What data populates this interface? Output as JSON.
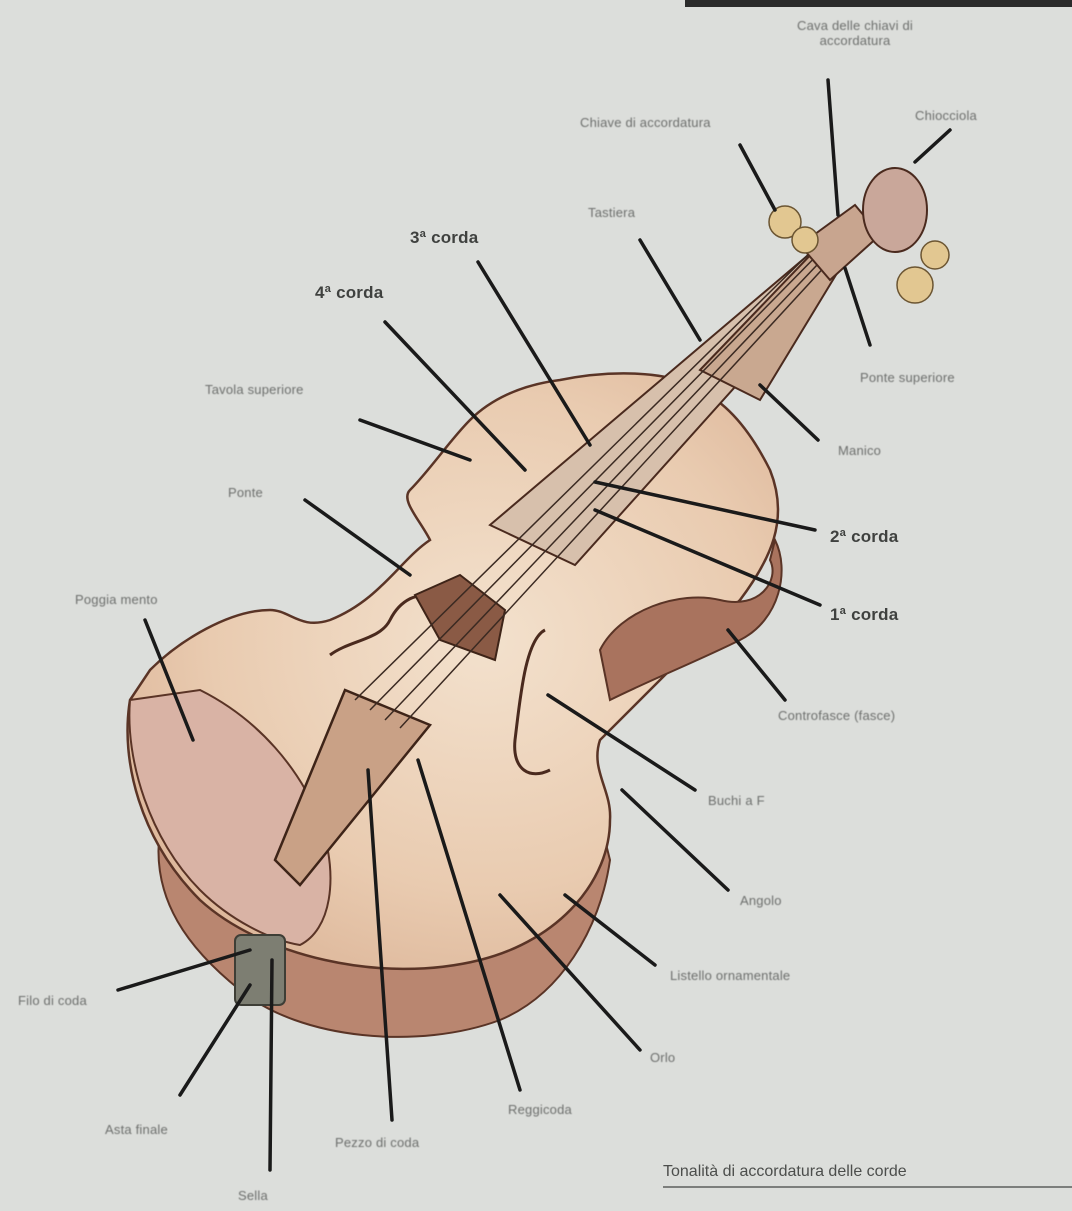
{
  "diagram": {
    "caption": "Tonalità di accordatura delle corde",
    "labels": {
      "cassa_chiavi": "Cava delle chiavi di accordatura",
      "chiocciola": "Chiocciola",
      "chiave": "Chiave di accordatura",
      "tastiera": "Tastiera",
      "corda3": "3ª corda",
      "corda4": "4ª corda",
      "capotasto": "Ponte superiore",
      "tavola": "Tavola superiore",
      "manico": "Manico",
      "ponte": "Ponte",
      "corda2": "2ª corda",
      "corda1": "1ª corda",
      "poggiamento": "Poggia mento",
      "controfasce": "Controfasce (fasce)",
      "buchi": "Buchi a F",
      "angolo": "Angolo",
      "filetto": "Listello ornamentale",
      "cordiera_filo": "Filo di coda",
      "orlo": "Orlo",
      "asta": "Asta finale",
      "pezzo_coda": "Pezzo di coda",
      "reggicoda": "Reggicoda",
      "sella": "Sella"
    }
  }
}
